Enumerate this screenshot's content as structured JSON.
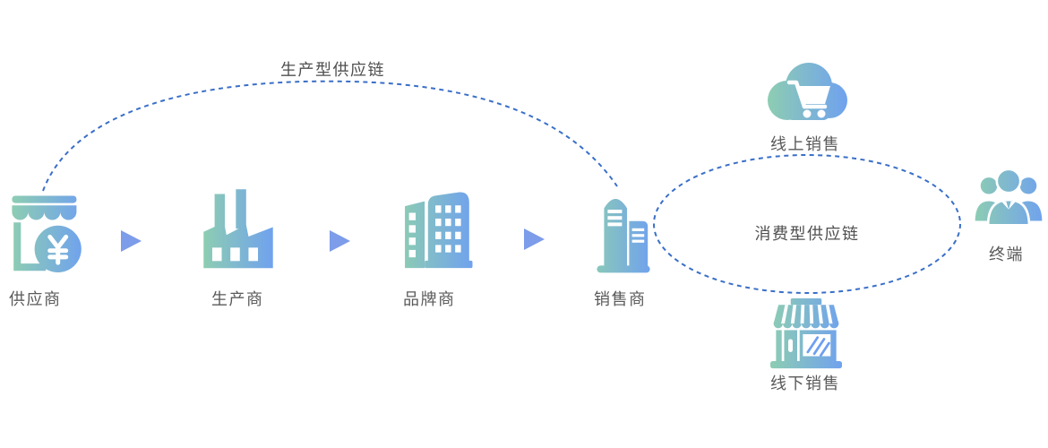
{
  "palette": {
    "gradient_start": "#8FD0AE",
    "gradient_end": "#6E9FF2",
    "dashed_line": "#3A6FC8",
    "arrow": "#7D9CE9",
    "label_text": "#5A5A5A"
  },
  "flow": {
    "nodes": [
      {
        "id": "supplier",
        "label": "供应商",
        "icon": "storefront-yuan-icon"
      },
      {
        "id": "producer",
        "label": "生产商",
        "icon": "factory-icon"
      },
      {
        "id": "brand",
        "label": "品牌商",
        "icon": "office-buildings-icon"
      },
      {
        "id": "seller",
        "label": "销售商",
        "icon": "tower-buildings-icon"
      }
    ],
    "arrow_icon": "right-triangle-arrow-icon",
    "arrow_count": 3
  },
  "chains": {
    "production": {
      "label": "生产型供应链",
      "style": "dashed-arc"
    },
    "consumption": {
      "label": "消费型供应链",
      "style": "dashed-ellipse"
    }
  },
  "channels": [
    {
      "id": "online",
      "label": "线上销售",
      "icon": "cloud-shopping-cart-icon"
    },
    {
      "id": "offline",
      "label": "线下销售",
      "icon": "shop-storefront-icon"
    }
  ],
  "terminal": {
    "label": "终端",
    "icon": "people-group-icon"
  }
}
